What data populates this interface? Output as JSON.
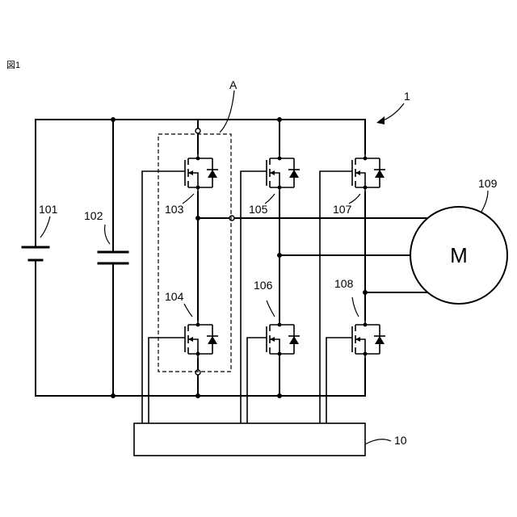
{
  "figure_label": "図1",
  "labels": {
    "inverter": "1",
    "region_a": "A",
    "battery": "101",
    "capacitor": "102",
    "sw_103": "103",
    "sw_104": "104",
    "sw_105": "105",
    "sw_106": "106",
    "sw_107": "107",
    "sw_108": "108",
    "motor": "109",
    "motor_symbol": "M",
    "controller": "10"
  }
}
